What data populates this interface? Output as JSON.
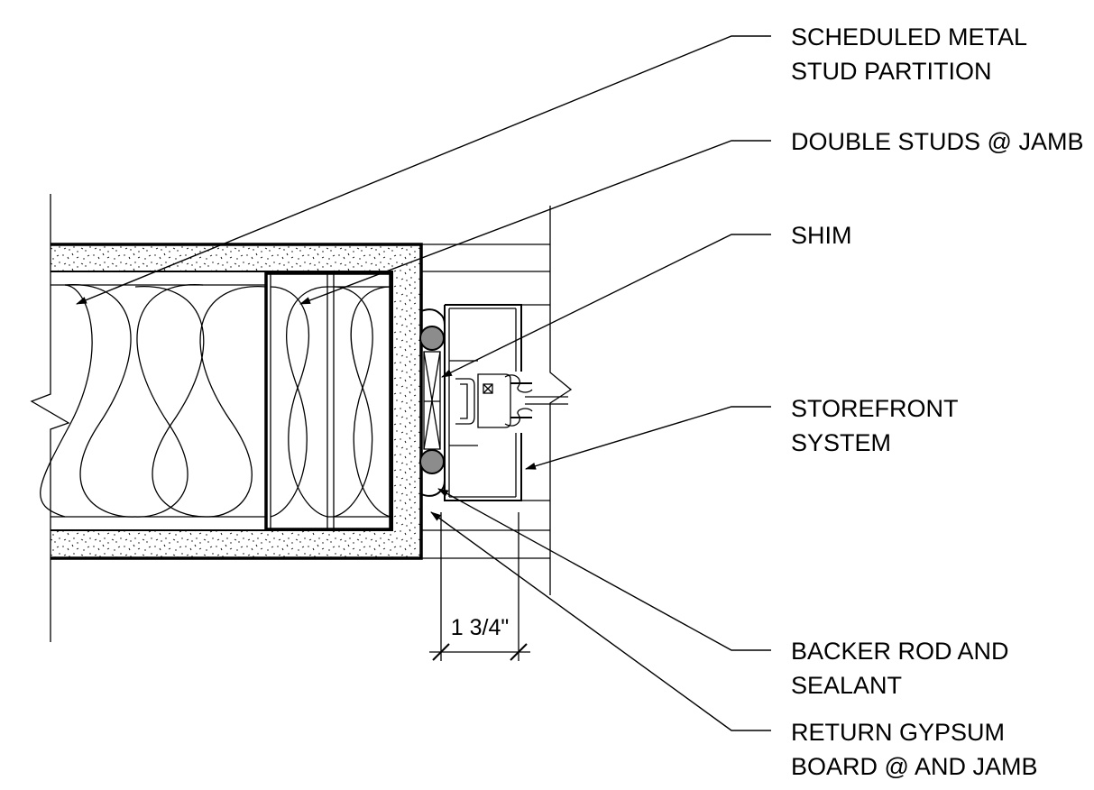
{
  "title": "",
  "callouts": {
    "metal_stud_partition": [
      "SCHEDULED METAL",
      "STUD PARTITION"
    ],
    "double_studs": [
      "DOUBLE STUDS @ JAMB"
    ],
    "shim": [
      "SHIM"
    ],
    "storefront_system": [
      "STOREFRONT",
      "SYSTEM"
    ],
    "backer_rod": [
      "BACKER ROD AND",
      "SEALANT"
    ],
    "return_gypsum": [
      "RETURN GYPSUM",
      "BOARD @  AND JAMB"
    ]
  },
  "dimension": {
    "label": "1 3/4\""
  },
  "colors": {
    "line": "#000000",
    "backer_rod_fill": "#8c8c8c",
    "background": "#ffffff"
  }
}
